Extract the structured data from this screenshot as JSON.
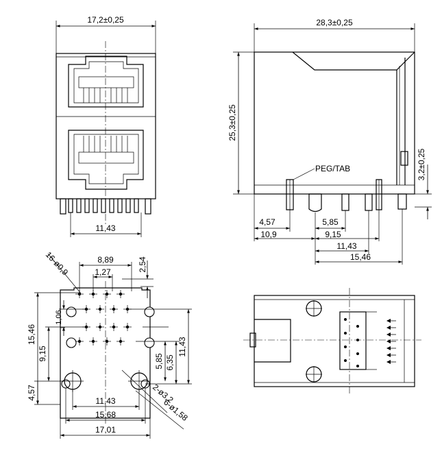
{
  "front_view": {
    "width_dim": "17,2±0,25",
    "pin_span_dim": "11,43"
  },
  "side_view": {
    "length_dim": "28,3±0,25",
    "height_dim": "25,3±0,25",
    "tab_dim": "3,2±0,25",
    "peg_label": "PEG/TAB",
    "dims": [
      "4,57",
      "5,85",
      "10,9",
      "9,15",
      "11,43",
      "15,46"
    ]
  },
  "footprint": {
    "hole_count_small": "16-ø0,9",
    "hole_count_large": "2-ø3,2",
    "hole_count_mid": "6-ø1,58",
    "top_dims": [
      "8,89",
      "1,27",
      "2,54"
    ],
    "left_dims": [
      "15,46",
      "1,06",
      "9,15",
      "4,57"
    ],
    "right_dims": [
      "11,43",
      "6,35",
      "5,85"
    ],
    "bottom_dims": [
      "11,43",
      "15,68",
      "17,01"
    ]
  }
}
